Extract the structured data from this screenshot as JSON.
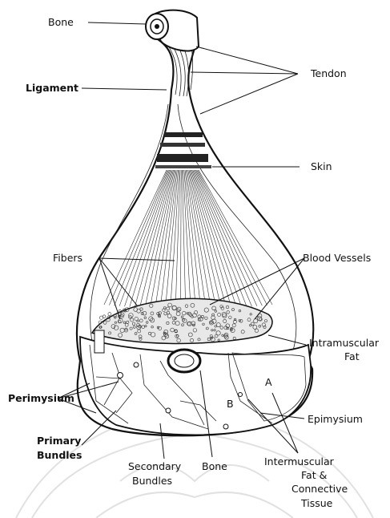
{
  "labels": {
    "bone_top": "Bone",
    "tendon": "Tendon",
    "ligament": "Ligament",
    "skin": "Skin",
    "fibers": "Fibers",
    "blood_vessels": "Blood Vessels",
    "intramuscular_1": "Intramuscular",
    "intramuscular_2": "Fat",
    "perimysium": "Perimysium",
    "epimysium": "Epimysium",
    "primary_1": "Primary",
    "primary_2": "Bundles",
    "secondary_1": "Secondary",
    "secondary_2": "Bundles",
    "bone_bottom": "Bone",
    "intermuscular_1": "Intermuscular",
    "intermuscular_2": "Fat &",
    "intermuscular_3": "Connective",
    "intermuscular_4": "Tissue",
    "region_a": "A",
    "region_b": "B"
  }
}
